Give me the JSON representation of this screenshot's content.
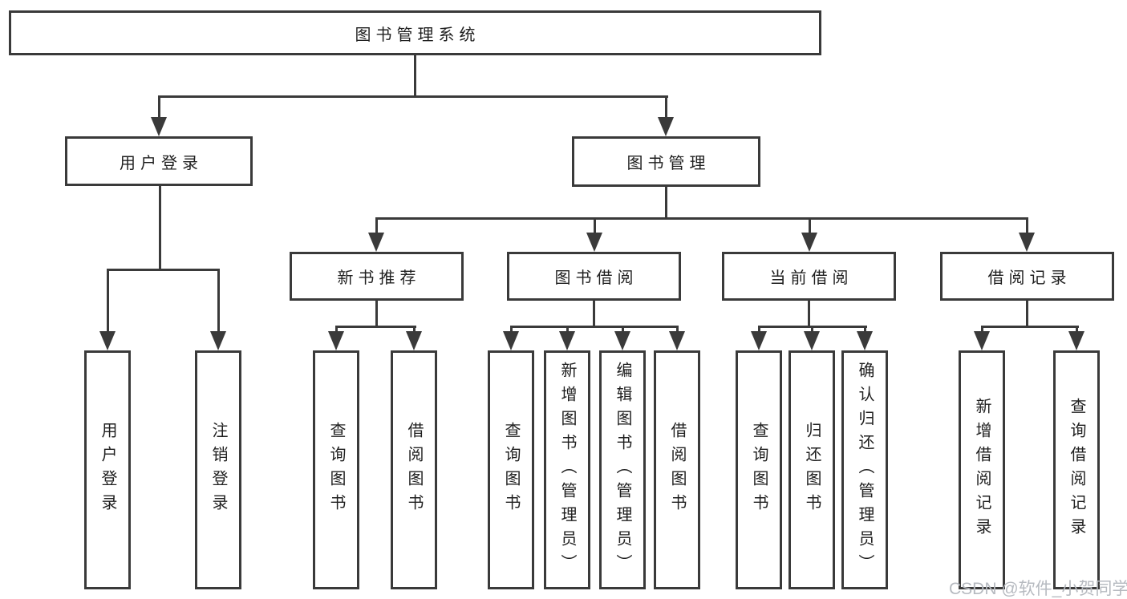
{
  "diagram": {
    "title": "图书管理系统",
    "level2": [
      {
        "label": "用户登录"
      },
      {
        "label": "图书管理"
      }
    ],
    "level3": [
      {
        "label": "新书推荐",
        "parent": "图书管理"
      },
      {
        "label": "图书借阅",
        "parent": "图书管理"
      },
      {
        "label": "当前借阅",
        "parent": "图书管理"
      },
      {
        "label": "借阅记录",
        "parent": "图书管理"
      }
    ],
    "leaves": [
      {
        "label": "用户登录",
        "parent": "用户登录"
      },
      {
        "label": "注销登录",
        "parent": "用户登录"
      },
      {
        "label": "查询图书",
        "parent": "新书推荐"
      },
      {
        "label": "借阅图书",
        "parent": "新书推荐"
      },
      {
        "label": "查询图书",
        "parent": "图书借阅"
      },
      {
        "label": "新增图书（管理员）",
        "parent": "图书借阅"
      },
      {
        "label": "编辑图书（管理员）",
        "parent": "图书借阅"
      },
      {
        "label": "借阅图书",
        "parent": "图书借阅"
      },
      {
        "label": "查询图书",
        "parent": "当前借阅"
      },
      {
        "label": "归还图书",
        "parent": "当前借阅"
      },
      {
        "label": "确认归还（管理员）",
        "parent": "当前借阅"
      },
      {
        "label": "新增借阅记录",
        "parent": "借阅记录"
      },
      {
        "label": "查询借阅记录",
        "parent": "借阅记录"
      }
    ]
  },
  "watermark": {
    "text": "CSDN @软件_小贺同学"
  },
  "colors": {
    "line": "#3a3a3a",
    "text": "#1f1f1f",
    "watermark": "#b6bac0",
    "background": "#ffffff"
  }
}
